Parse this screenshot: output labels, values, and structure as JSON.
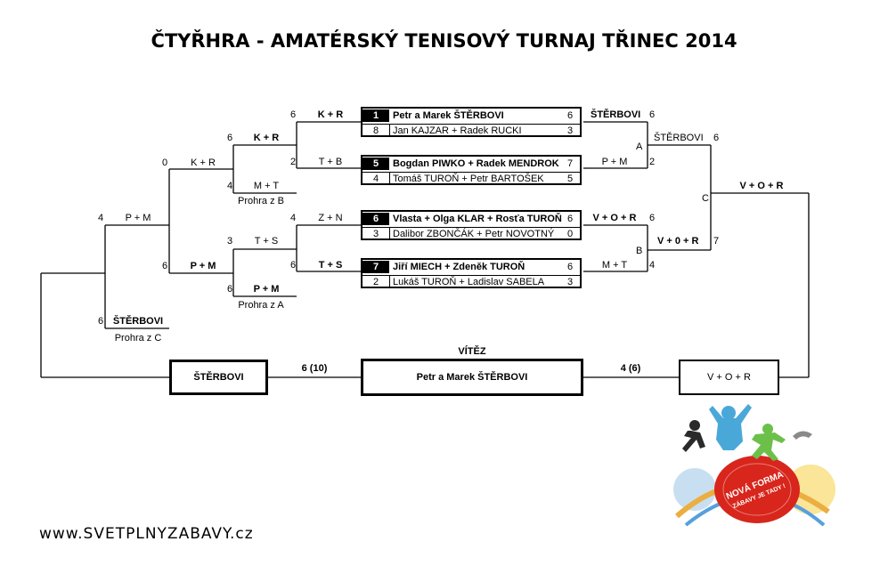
{
  "title": "ČTYŘHRA - AMATÉRSKÝ TENISOVÝ TURNAJ TŘINEC 2014",
  "matches": [
    {
      "top_seed": "1",
      "top_name": "Petr a Marek ŠTĚRBOVI",
      "top_score": "6",
      "bot_seed": "8",
      "bot_name": "Jan KAJZAR +  Radek RUCKI",
      "bot_score": "3"
    },
    {
      "top_seed": "5",
      "top_name": "Bogdan PIWKO + Radek MENDROK",
      "top_score": "7",
      "bot_seed": "4",
      "bot_name": "Tomáš TUROŇ + Petr BARTOŠEK",
      "bot_score": "5"
    },
    {
      "top_seed": "6",
      "top_name": "Vlasta + Olga KLAR + Rosťa TUROŇ",
      "top_score": "6",
      "bot_seed": "3",
      "bot_name": "Dalibor ZBONČÁK + Petr NOVOTNÝ",
      "bot_score": "0"
    },
    {
      "top_seed": "7",
      "top_name": "Jiří MIECH + Zdeněk TUROŇ",
      "top_score": "6",
      "bot_seed": "2",
      "bot_name": "Lukáš TUROŇ + Ladislav SABELA",
      "bot_score": "3"
    }
  ],
  "labels": {
    "l_kr_6": "6",
    "l_kr": "K + R",
    "l_tb_2": "2",
    "l_tb": "T + B",
    "l_zn_4": "4",
    "l_zn": "Z + N",
    "l_ts_6": "6",
    "l_ts": "T + S",
    "l_kr2_6": "6",
    "l_kr2": "K + R",
    "l_mt_4": "4",
    "l_mt": "M + T",
    "l_prohra_b": "Prohra z B",
    "l_ts2_3": "3",
    "l_ts2": "T + S",
    "l_pm_6": "6",
    "l_pm": "P + M",
    "l_prohra_a": "Prohra z A",
    "l_kr3_0": "0",
    "l_kr3": "K + R",
    "l_pm2_6": "6",
    "l_pm2": "P + M",
    "l_pm3_4": "4",
    "l_pm3": "P + M",
    "l_st_6": "6",
    "l_st": "ŠTĚRBOVI",
    "l_prohra_c": "Prohra z C",
    "r_st_6": "6",
    "r_st": "ŠTĚRBOVI",
    "r_pm": "P + M",
    "r_pm_2": "2",
    "r_a": "A",
    "r_st2": "ŠTĚRBOVI",
    "r_st2_6": "6",
    "r_vor": "V + O + R",
    "r_vor_6": "6",
    "r_mt": "M + T",
    "r_mt_4": "4",
    "r_b": "B",
    "r_vor2": "V + 0 + R",
    "r_vor2_7": "7",
    "r_c": "C",
    "r_vor3": "V + O + R",
    "f_left": "ŠTĚRBOVI",
    "f_left_score": "6 (10)",
    "f_winner_label": "VÍTĚZ",
    "f_winner": "Petr a Marek ŠTĚRBOVI",
    "f_right_score": "4 (6)",
    "f_right": "V + O + R"
  },
  "website": "www.SVETPLNYZABAVY.cz",
  "logo": {
    "line1": "NOVÁ FORMA",
    "line2": "ZÁBAVY JE TADY !"
  }
}
